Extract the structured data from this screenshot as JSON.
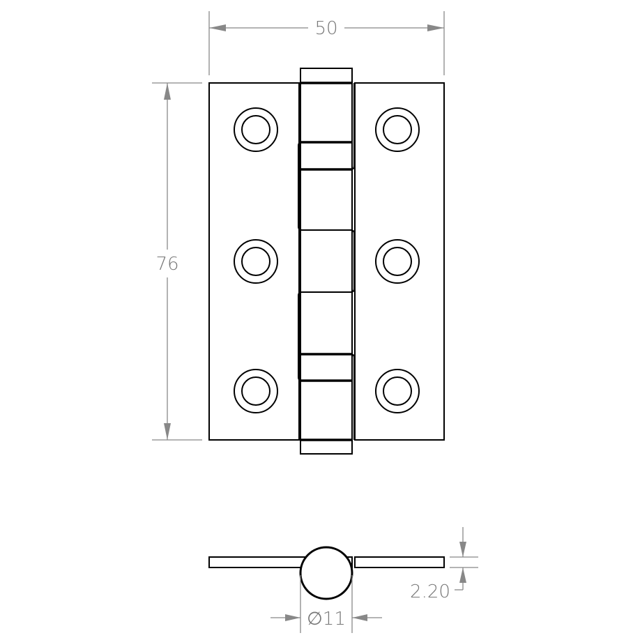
{
  "dimensions": {
    "width": "50",
    "height": "76",
    "thickness": "2.20",
    "knuckle_diameter": "∅11"
  },
  "colors": {
    "outline": "#000000",
    "dimension": "#888888"
  }
}
